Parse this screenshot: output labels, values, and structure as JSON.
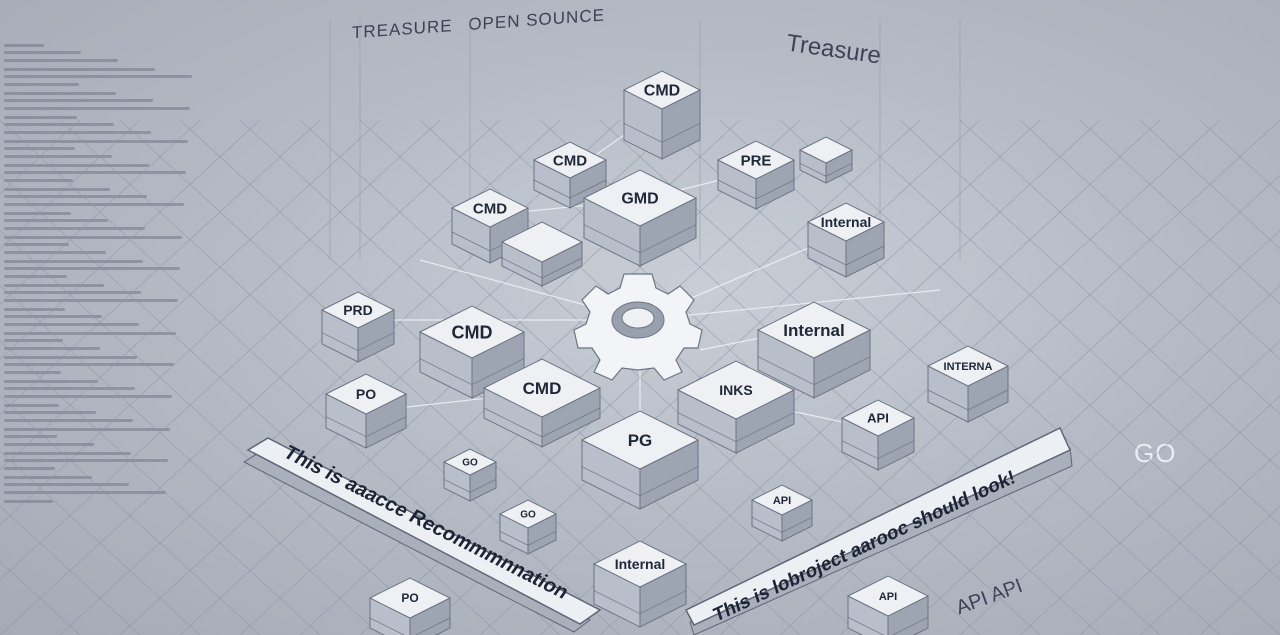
{
  "header": {
    "words": [
      "TREASURE",
      "OPEN SOUNCE"
    ],
    "right_word": "Treasure"
  },
  "corner_label": "GO",
  "tail_label": "API API",
  "banners": {
    "left": "This is aaacce Recommmnnation",
    "right": "This is lobroject aarooc should look!"
  },
  "blocks": [
    {
      "label": "CMD"
    },
    {
      "label": "CMD"
    },
    {
      "label": "GMD"
    },
    {
      "label": "PRE"
    },
    {
      "label": "CMD"
    },
    {
      "label": ""
    },
    {
      "label": "Internal"
    },
    {
      "label": ""
    },
    {
      "label": "PRD"
    },
    {
      "label": "CMD"
    },
    {
      "label": "Internal"
    },
    {
      "label": "INTERNA"
    },
    {
      "label": "PO"
    },
    {
      "label": "CMD"
    },
    {
      "label": "INKS"
    },
    {
      "label": "API"
    },
    {
      "label": "PG"
    },
    {
      "label": "GO"
    },
    {
      "label": "GO"
    },
    {
      "label": "API"
    },
    {
      "label": "Internal"
    },
    {
      "label": "PO"
    },
    {
      "label": "API"
    }
  ],
  "icons": {
    "center": "gear-icon"
  },
  "colors": {
    "background": "#b6bcc6",
    "block_top": "#eef0f4",
    "block_side": "#9ea5b2",
    "text": "#1f2738"
  }
}
